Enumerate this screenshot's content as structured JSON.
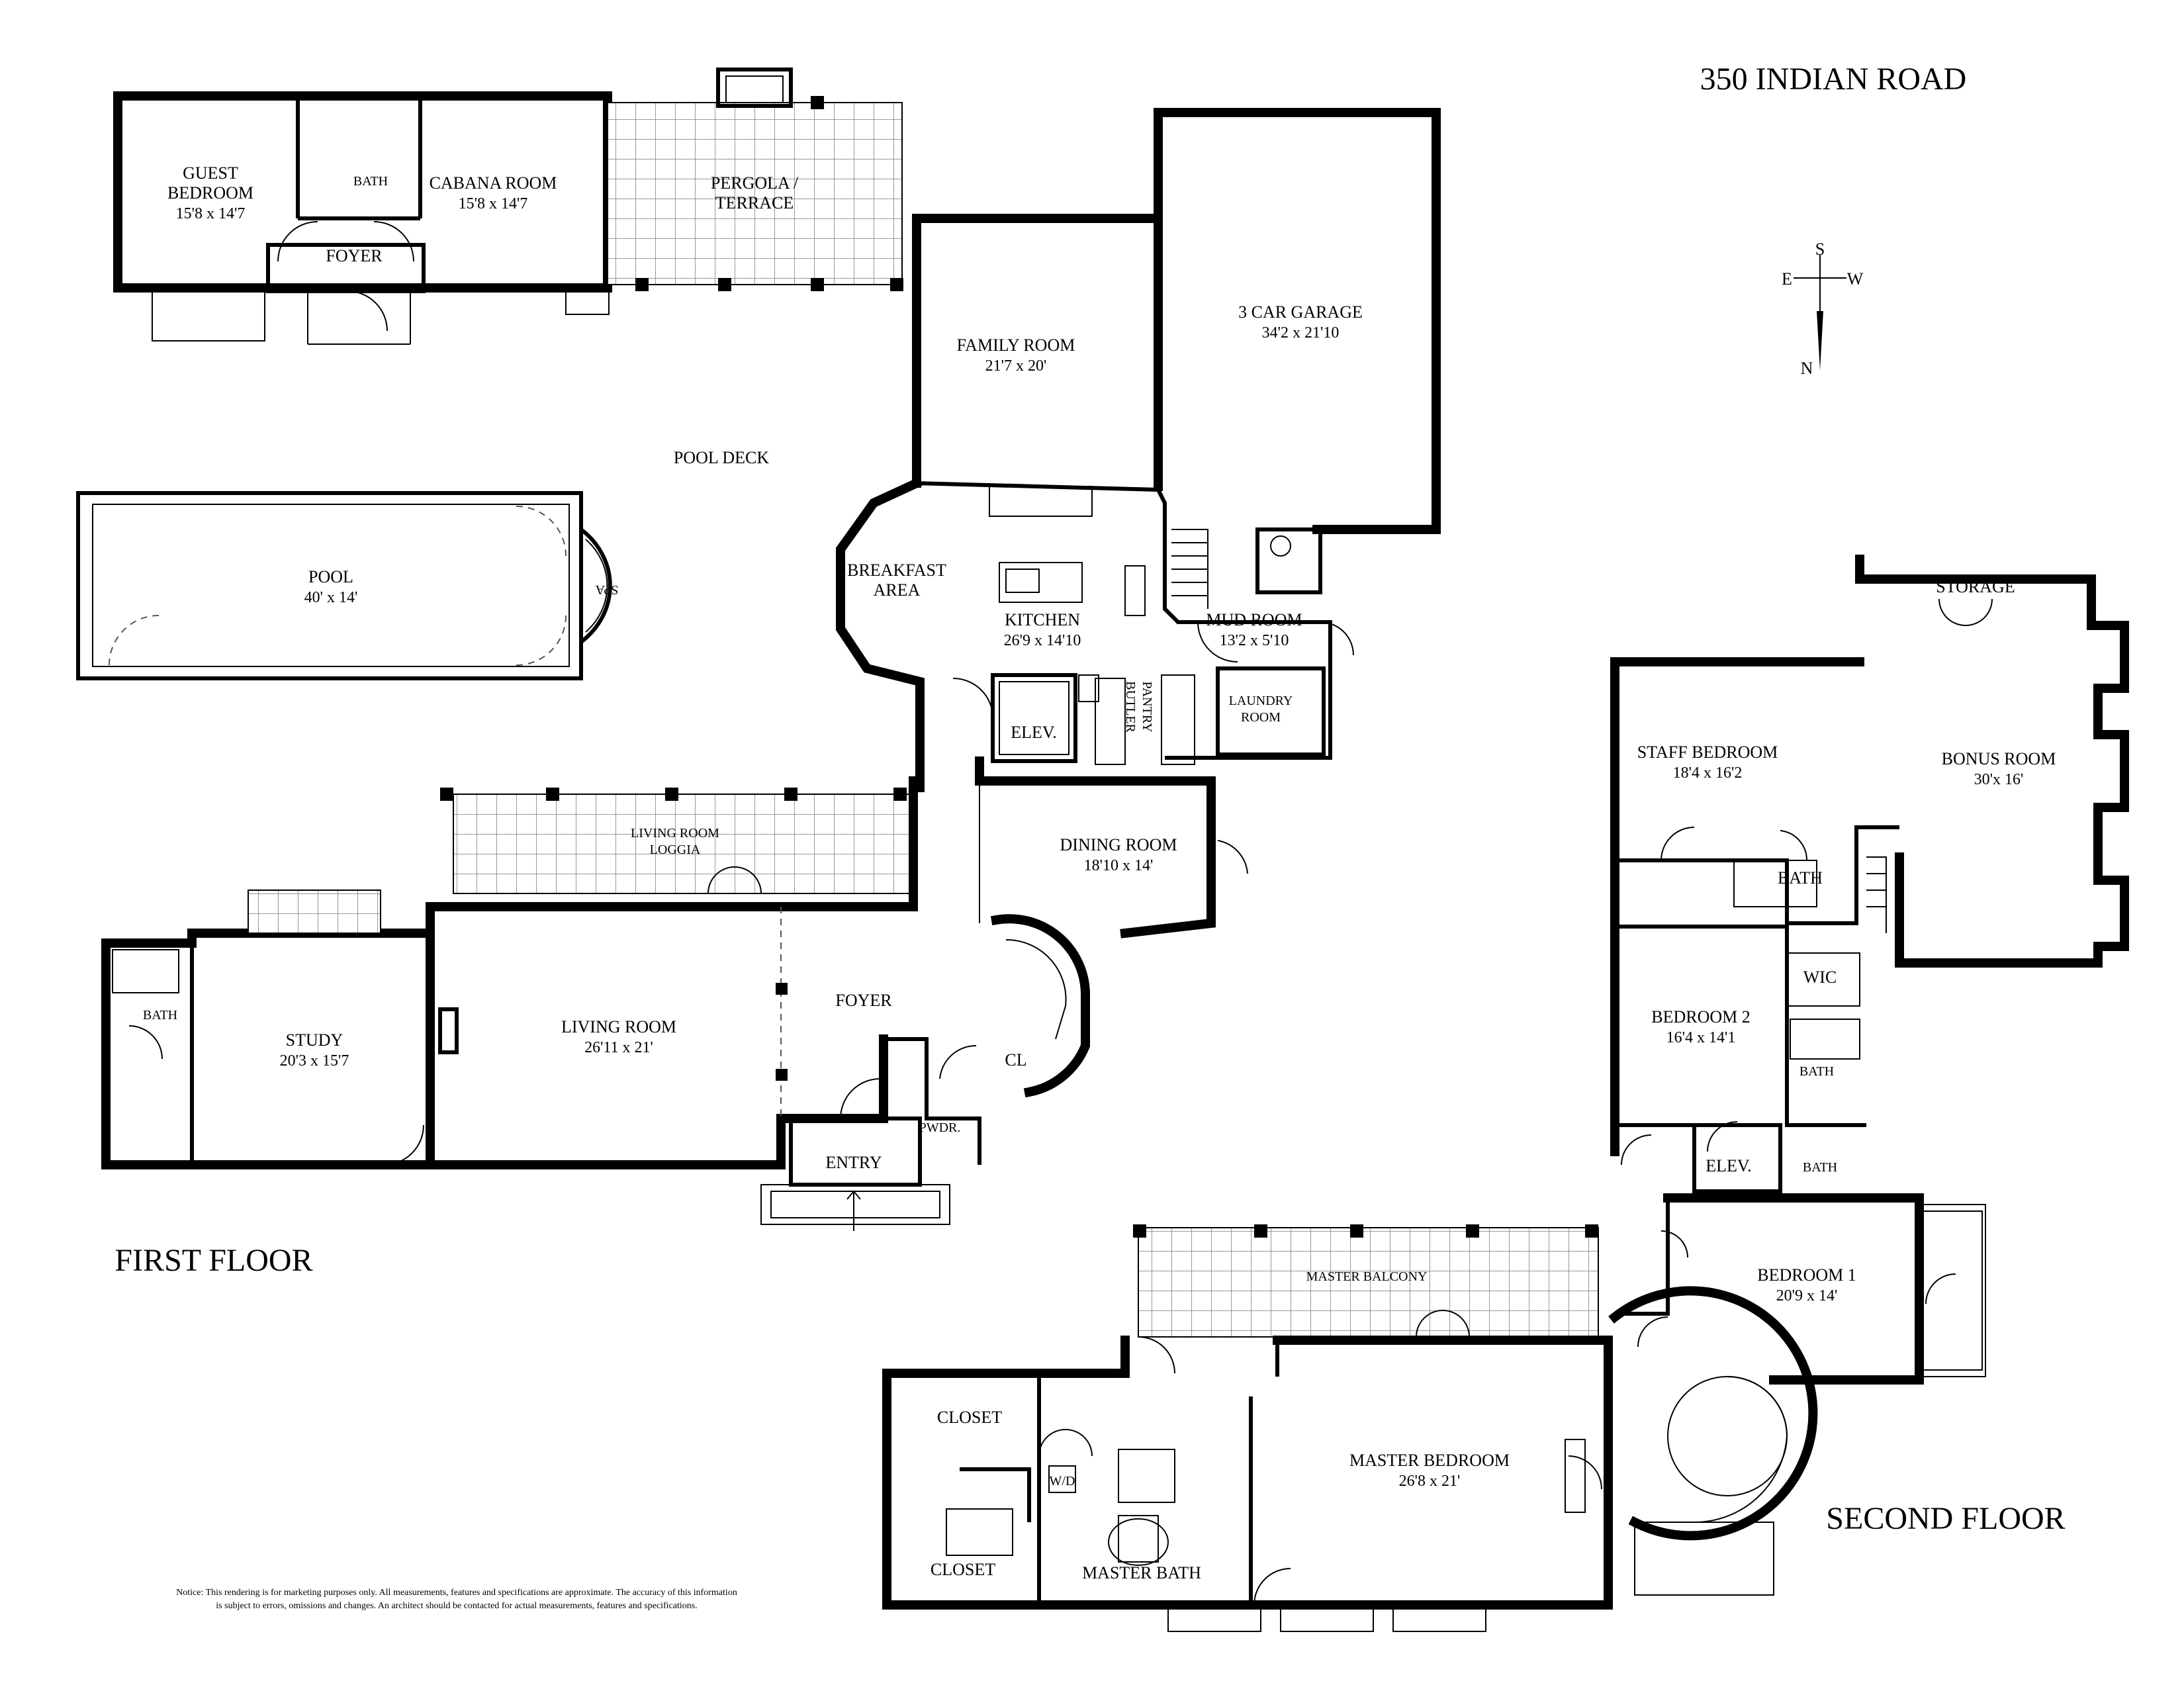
{
  "title": "350 INDIAN ROAD",
  "floor_labels": {
    "first": "FIRST FLOOR",
    "second": "SECOND FLOOR"
  },
  "compass": {
    "s": "S",
    "e": "E",
    "w": "W",
    "n": "N"
  },
  "first_floor": {
    "guest_bedroom": {
      "name1": "GUEST",
      "name2": "BEDROOM",
      "dim": "15'8 x 14'7"
    },
    "bath_guest": "BATH",
    "cabana_room": {
      "name": "CABANA ROOM",
      "dim": "15'8 x 14'7"
    },
    "foyer_guest": "FOYER",
    "pergola": {
      "name1": "PERGOLA /",
      "name2": "TERRACE"
    },
    "family_room": {
      "name": "FAMILY ROOM",
      "dim": "21'7 x 20'"
    },
    "garage": {
      "name": "3 CAR GARAGE",
      "dim": "34'2 x 21'10"
    },
    "pool_deck": "POOL DECK",
    "pool": {
      "name": "POOL",
      "dim": "40' x 14'"
    },
    "spa": "SPA",
    "breakfast": {
      "name1": "BREAKFAST",
      "name2": "AREA"
    },
    "kitchen": {
      "name": "KITCHEN",
      "dim": "26'9 x 14'10"
    },
    "mud_room": {
      "name": "MUD ROOM",
      "dim": "13'2 x 5'10"
    },
    "laundry": {
      "name1": "LAUNDRY",
      "name2": "ROOM"
    },
    "elev": "ELEV.",
    "butler": {
      "name1": "BUTLER",
      "name2": "PANTRY"
    },
    "dining_room": {
      "name": "DINING ROOM",
      "dim": "18'10 x 14'"
    },
    "loggia": {
      "name1": "LIVING ROOM",
      "name2": "LOGGIA"
    },
    "study": {
      "name": "STUDY",
      "dim": "20'3 x 15'7"
    },
    "bath_study": "BATH",
    "living_room": {
      "name": "LIVING ROOM",
      "dim": "26'11 x 21'"
    },
    "foyer_main": "FOYER",
    "closet_cl": "CL",
    "powder": "PWDR.",
    "entry": "ENTRY"
  },
  "second_floor": {
    "storage": "STORAGE",
    "staff_bedroom": {
      "name": "STAFF BEDROOM",
      "dim": "18'4 x 16'2"
    },
    "bonus_room": {
      "name": "BONUS ROOM",
      "dim": "30'x 16'"
    },
    "bath_staff": "BATH",
    "wic": "WIC",
    "bedroom2": {
      "name": "BEDROOM 2",
      "dim": "16'4 x 14'1"
    },
    "bath_bed2": "BATH",
    "elev": "ELEV.",
    "bath_bed1": "BATH",
    "bedroom1": {
      "name": "BEDROOM 1",
      "dim": "20'9 x 14'"
    },
    "master_balcony": "MASTER BALCONY",
    "closet_top": "CLOSET",
    "closet_bottom": "CLOSET",
    "wd": "W/D",
    "master_bath": "MASTER BATH",
    "master_bedroom": {
      "name": "MASTER BEDROOM",
      "dim": "26'8 x 21'"
    }
  },
  "notice": {
    "line1": "Notice: This rendering is for marketing purposes only.  All measurements, features and specifications are approximate. The accuracy of this information",
    "line2": "is subject to errors, omissions and changes. An architect should be contacted for actual measurements, features and specifications."
  }
}
